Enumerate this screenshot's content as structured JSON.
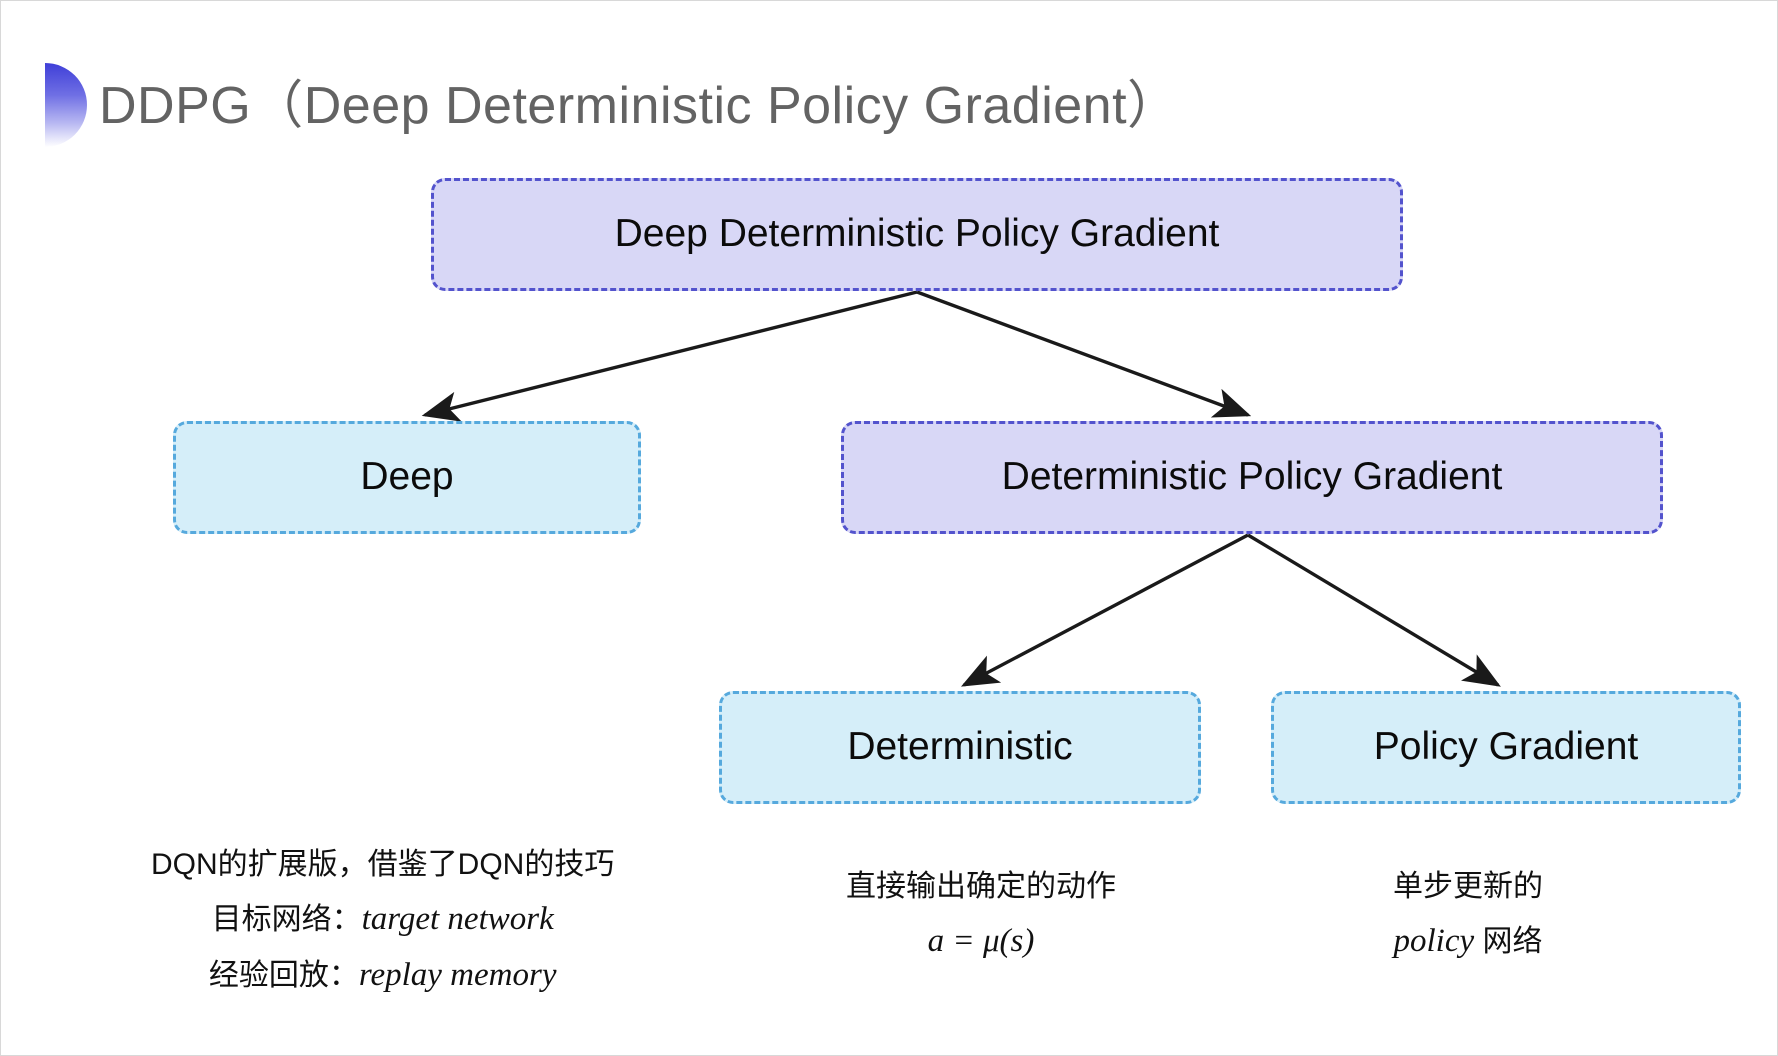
{
  "slide": {
    "title": "DDPG（Deep Deterministic Policy Gradient）",
    "background_color": "#ffffff",
    "bullet_icon": "gradient-halfcircle-icon"
  },
  "colors": {
    "purple_fill": "#d8d7f6",
    "purple_border": "#5353cd",
    "blue_fill": "#d5eef9",
    "blue_border": "#56a9dd",
    "title_text": "#636363",
    "arrow": "#1a1a1a"
  },
  "diagram": {
    "type": "tree",
    "nodes": [
      {
        "id": "root",
        "label": "Deep Deterministic Policy Gradient",
        "style": "purple"
      },
      {
        "id": "deep",
        "label": "Deep",
        "style": "blue"
      },
      {
        "id": "dpg",
        "label": "Deterministic Policy Gradient",
        "style": "purple"
      },
      {
        "id": "det",
        "label": "Deterministic",
        "style": "blue"
      },
      {
        "id": "pg",
        "label": "Policy Gradient",
        "style": "blue"
      }
    ],
    "edges": [
      {
        "from": "root",
        "to": "deep"
      },
      {
        "from": "root",
        "to": "dpg"
      },
      {
        "from": "dpg",
        "to": "det"
      },
      {
        "from": "dpg",
        "to": "pg"
      }
    ]
  },
  "annotations": {
    "deep": {
      "line1": "DQN的扩展版，借鉴了DQN的技巧",
      "line2_label": "目标网络：",
      "line2_term": "target network",
      "line3_label": "经验回放：",
      "line3_term": "replay memory"
    },
    "deterministic": {
      "line1": "直接输出确定的动作",
      "formula": "a = μ(s)"
    },
    "policy_gradient": {
      "line1": "单步更新的",
      "line2_term": "policy",
      "line2_tail": " 网络"
    }
  }
}
